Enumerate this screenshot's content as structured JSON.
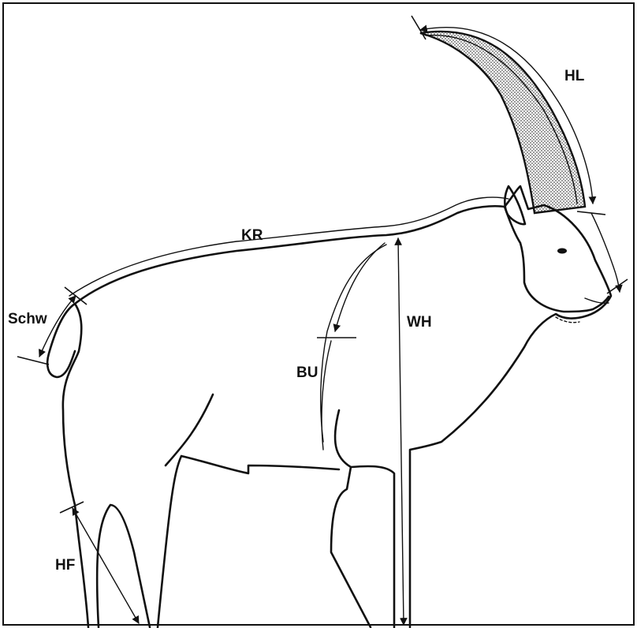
{
  "figure": {
    "measurements": [
      {
        "id": "HL",
        "label": "HL"
      },
      {
        "id": "KR",
        "label": "KR"
      },
      {
        "id": "WH",
        "label": "WH"
      },
      {
        "id": "BU",
        "label": "BU"
      },
      {
        "id": "Schw",
        "label": "Schw"
      },
      {
        "id": "HF",
        "label": "HF"
      }
    ],
    "colors": {
      "line": "#111111",
      "horn_fill": "#c9c9c9",
      "background": "#ffffff"
    }
  }
}
